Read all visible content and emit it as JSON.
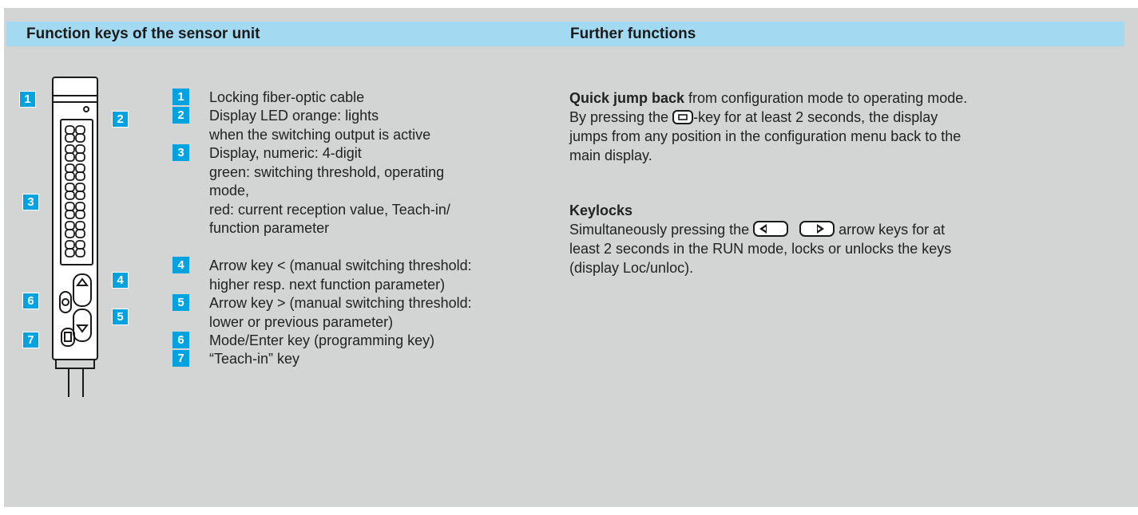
{
  "header": {
    "left_title": "Function keys of the sensor unit",
    "right_title": "Further functions"
  },
  "diagram_badges": [
    "1",
    "2",
    "3",
    "4",
    "5",
    "6",
    "7"
  ],
  "legend": [
    {
      "num": "1",
      "text": "Locking fiber-optic cable"
    },
    {
      "num": "2",
      "text": "Display LED orange: lights\nwhen the switching output is active"
    },
    {
      "num": "3",
      "text": "Display, numeric: 4-digit\ngreen: switching threshold, operating\nmode,\nred: current reception value, Teach-in/\nfunction parameter"
    },
    {
      "num": "4",
      "text": "Arrow key < (manual switching threshold:\nhigher resp. next function parameter)"
    },
    {
      "num": "5",
      "text": "Arrow key > (manual switching threshold:\nlower or previous parameter)"
    },
    {
      "num": "6",
      "text": "Mode/Enter key (programming key)"
    },
    {
      "num": "7",
      "text": "“Teach-in” key"
    }
  ],
  "further": {
    "quick_jump_bold": "Quick jump back",
    "quick_jump_rest": " from configuration mode to operating mode.",
    "quick_jump_line2_pre": "By pressing the ",
    "quick_jump_line2_post": "-key for at least 2 seconds, the display",
    "quick_jump_line3": "jumps from any position in the configuration menu back to the",
    "quick_jump_line4": "main display.",
    "keylocks_title": "Keylocks",
    "keylocks_line1_pre": "Simultaneously pressing the ",
    "keylocks_line1_post": " arrow keys for at",
    "keylocks_line2": "least 2 seconds in the RUN mode, locks or unlocks the keys",
    "keylocks_line3": "(display Loc/unloc)."
  },
  "icons": {
    "mode_key": "mode-key-icon",
    "left_arrow_key": "left-arrow-key-icon",
    "right_arrow_key": "right-arrow-key-icon"
  },
  "colors": {
    "header_bg": "#a3daf1",
    "badge_bg": "#00a3df",
    "panel_bg": "#d3d4d4"
  }
}
